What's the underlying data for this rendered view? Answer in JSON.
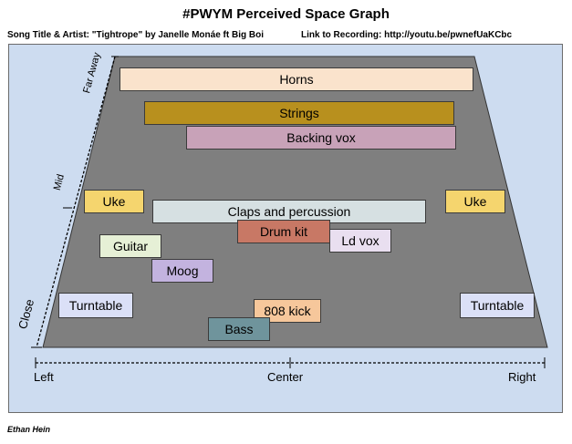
{
  "title": "#PWYM Perceived Space Graph",
  "song_meta": "Song Title & Artist: \"Tightrope\" by Janelle Monáe ft Big Boi",
  "link_meta": "Link to Recording: http://youtu.be/pwnefUaKCbc",
  "author": "Ethan Hein",
  "depth_axis": {
    "far": "Far Away",
    "mid": "Mid",
    "close": "Close"
  },
  "pan_axis": {
    "left": "Left",
    "center": "Center",
    "right": "Right"
  },
  "colors": {
    "panel": "#cddcf0",
    "floor": "#7f7f7f",
    "horns": "#fae3cc",
    "strings": "#b8901e",
    "backing_vox": "#c8a2b8",
    "uke": "#f5d56e",
    "claps": "#d6e0e2",
    "drum_kit": "#c87865",
    "ld_vox": "#e9dff0",
    "guitar": "#e6f0d6",
    "moog": "#c3b3df",
    "turntable": "#dbe0f7",
    "kick": "#f6c79b",
    "bass": "#6f949c"
  },
  "instruments": {
    "horns": "Horns",
    "strings": "Strings",
    "backing_vox": "Backing vox",
    "uke_left": "Uke",
    "uke_right": "Uke",
    "claps": "Claps and percussion",
    "drum_kit": "Drum kit",
    "ld_vox": "Ld vox",
    "guitar": "Guitar",
    "moog": "Moog",
    "turntable_left": "Turntable",
    "turntable_right": "Turntable",
    "kick": "808 kick",
    "bass": "Bass"
  }
}
